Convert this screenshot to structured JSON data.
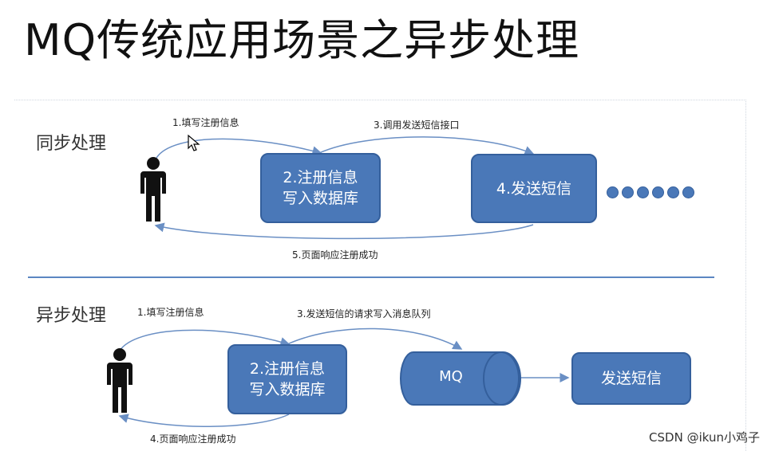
{
  "title": "MQ传统应用场景之异步处理",
  "sync": {
    "label": "同步处理",
    "steps": {
      "step1": "1.填写注册信息",
      "step3": "3.调用发送短信接口",
      "step5": "5.页面响应注册成功"
    },
    "box_db": [
      "2.注册信息",
      "写入数据库"
    ],
    "box_sms": "4.发送短信"
  },
  "async": {
    "label": "异步处理",
    "steps": {
      "step1": "1.填写注册信息",
      "step3": "3.发送短信的请求写入消息队列",
      "step4": "4.页面响应注册成功"
    },
    "box_db": [
      "2.注册信息",
      "写入数据库"
    ],
    "queue_label": "MQ",
    "box_sms": "发送短信"
  },
  "watermark": "CSDN @ikun小鸡子",
  "colors": {
    "box_fill": "#4a78b8",
    "box_border": "#345f9c",
    "divider": "#5b86c2",
    "arrow": "#6a8fc4"
  }
}
